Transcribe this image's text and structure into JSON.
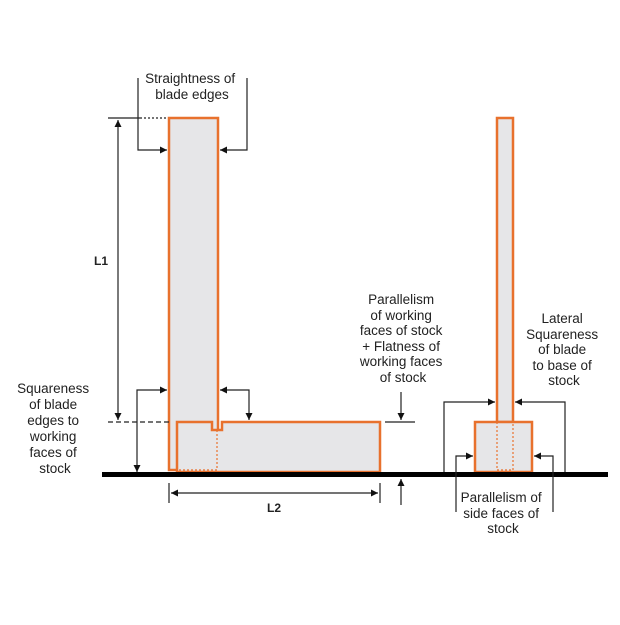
{
  "colors": {
    "outline": "#e8712d",
    "fill": "#e6e6e8",
    "base": "#000000",
    "line": "#222222"
  },
  "labels": {
    "straightness": [
      "Straightness of",
      "blade edges"
    ],
    "squareness": [
      "Squareness",
      "of blade",
      "edges to",
      "working",
      "faces of",
      "stock"
    ],
    "parallelism_working": [
      "Parallelism",
      "of working",
      "faces of stock",
      "+ Flatness of",
      "working faces",
      "of stock"
    ],
    "lateral": [
      "Lateral",
      "Squareness",
      "of blade",
      "to base of",
      "stock"
    ],
    "parallelism_side": [
      "Parallelism of",
      "side faces of",
      "stock"
    ],
    "L1": "L1",
    "L2": "L2"
  }
}
